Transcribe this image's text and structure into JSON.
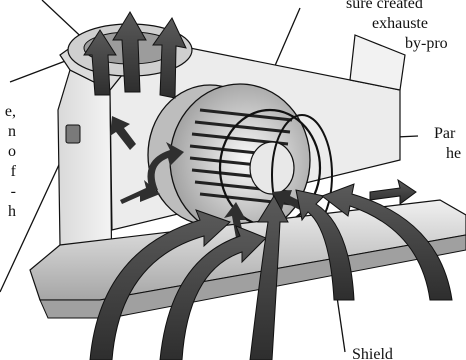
{
  "labels": {
    "top_right": [
      "sure created",
      "exhauste",
      "by-pro"
    ],
    "left": [
      "e,",
      "n",
      "o",
      "f",
      "-",
      "h"
    ],
    "right": [
      "Par",
      "he"
    ],
    "bottom": "Shield"
  },
  "colors": {
    "outline": "#111111",
    "arrow": "#4a4a4a",
    "shade_light": "#e6e6e6",
    "shade_mid": "#bdbdbd",
    "shade_dark": "#8c8c8c"
  }
}
